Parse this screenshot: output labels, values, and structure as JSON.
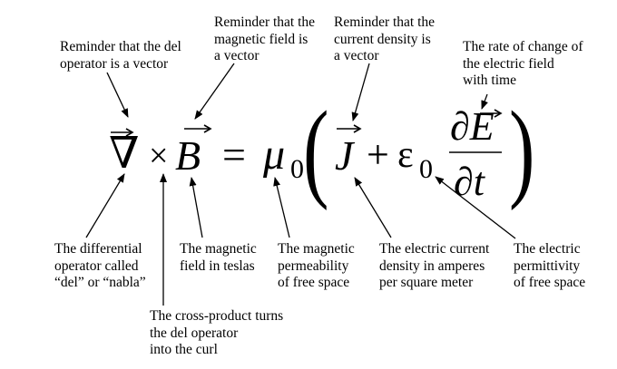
{
  "annotations": {
    "del_vector": "Reminder that the del\noperator is a vector",
    "b_vector": "Reminder that the\nmagnetic field is\na vector",
    "j_vector": "Reminder that the\ncurrent density is\na vector",
    "e_rate": "The rate of change of\nthe electric field\nwith time",
    "del_name": "The differential\noperator called\n“del” or “nabla”",
    "b_field": "The magnetic\nfield in teslas",
    "mu_perm": "The magnetic\npermeability\nof free space",
    "j_density": "The electric current\ndensity in amperes\nper square meter",
    "eps_perm": "The electric\npermittivity\nof free space",
    "cross_product": "The cross-product turns\nthe del operator\ninto the curl"
  },
  "equation": {
    "nabla": "∇",
    "cross": "×",
    "b": "B",
    "equals": "=",
    "mu": "μ",
    "mu_sub": "0",
    "lparen": "(",
    "j": "J",
    "plus": "+",
    "epsilon": "ε",
    "eps_sub": "0",
    "partial_e": "∂E",
    "partial_t": "∂t",
    "rparen": ")"
  }
}
